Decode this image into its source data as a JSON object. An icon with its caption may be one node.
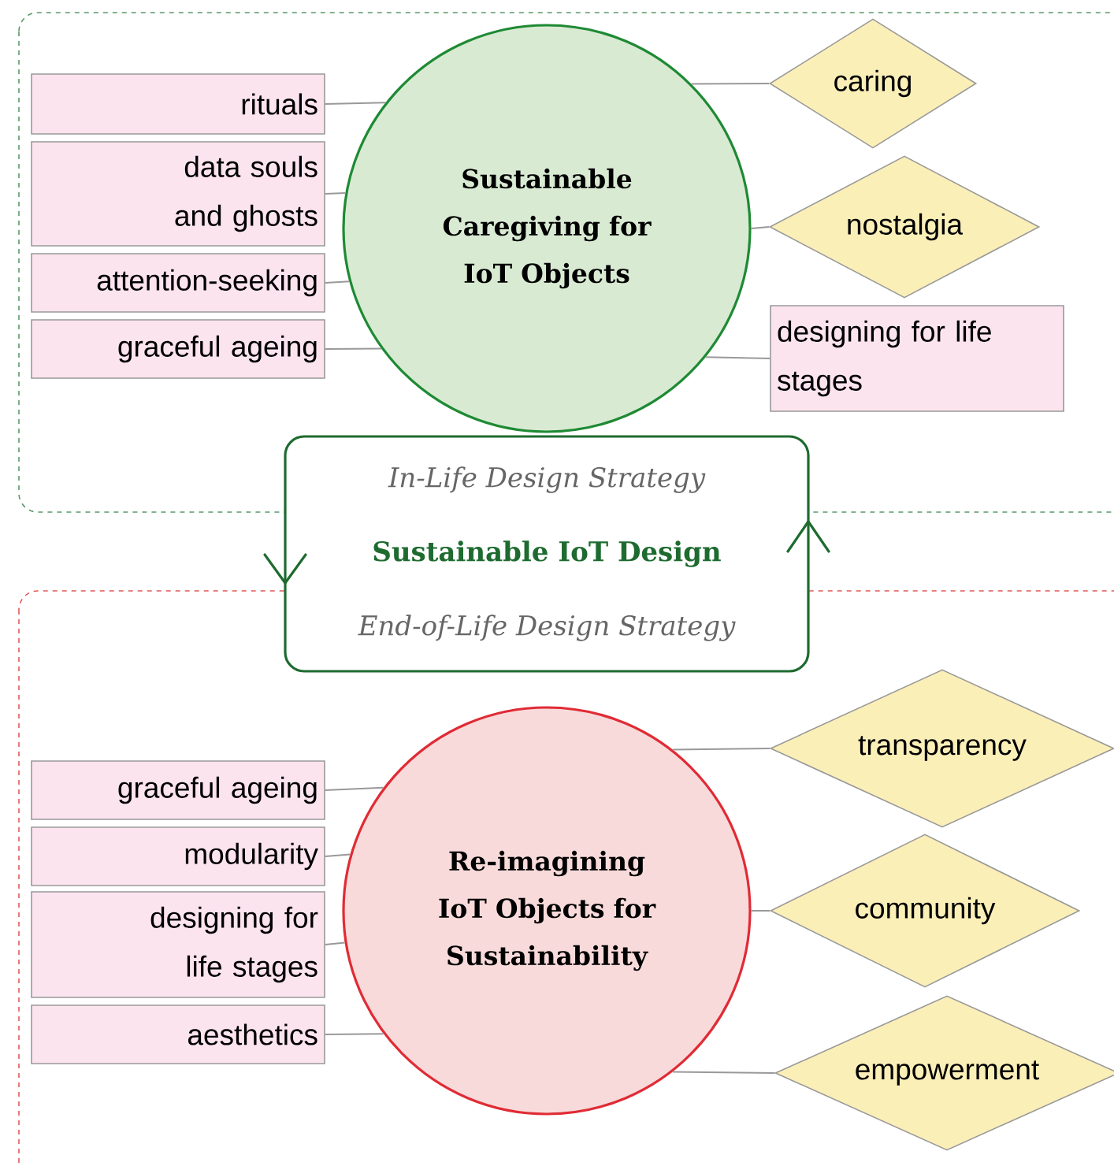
{
  "diagram": {
    "nodes": [
      {
        "text": [
          "Sustainable Caregiving for IoT Objects"
        ]
      },
      {
        "text": [
          "rituals"
        ]
      },
      {
        "text": [
          "data souls and ghosts"
        ]
      },
      {
        "text": [
          "attention-seeking"
        ]
      },
      {
        "text": [
          "graceful ageing"
        ]
      },
      {
        "text": [
          "caring"
        ]
      },
      {
        "text": [
          "nostalgia"
        ]
      },
      {
        "text": [
          "designing for life stages"
        ]
      },
      {
        "text": [
          "In-Life Design Strategy",
          "Sustainable IoT Design",
          "End-of-Life Design Strategy"
        ]
      },
      {
        "text": [
          "Re-imagining IoT Objects for Sustainability"
        ]
      },
      {
        "text": [
          "graceful ageing"
        ]
      },
      {
        "text": [
          "modularity"
        ]
      },
      {
        "text": [
          "designing for life stages"
        ]
      },
      {
        "text": [
          "aesthetics"
        ]
      },
      {
        "text": [
          "transparency"
        ]
      },
      {
        "text": [
          "community"
        ]
      },
      {
        "text": [
          "empowerment"
        ]
      }
    ],
    "edges": [
      {
        "from": 0,
        "to": 1,
        "arrow": "none"
      },
      {
        "from": 0,
        "to": 2,
        "arrow": "none"
      },
      {
        "from": 0,
        "to": 3,
        "arrow": "none"
      },
      {
        "from": 0,
        "to": 4,
        "arrow": "none"
      },
      {
        "from": 0,
        "to": 5,
        "arrow": "none"
      },
      {
        "from": 0,
        "to": 6,
        "arrow": "none"
      },
      {
        "from": 0,
        "to": 7,
        "arrow": "none"
      },
      {
        "from": 9,
        "to": 10,
        "arrow": "none"
      },
      {
        "from": 9,
        "to": 11,
        "arrow": "none"
      },
      {
        "from": 9,
        "to": 12,
        "arrow": "none"
      },
      {
        "from": 9,
        "to": 13,
        "arrow": "none"
      },
      {
        "from": 9,
        "to": 14,
        "arrow": "none"
      },
      {
        "from": 9,
        "to": 15,
        "arrow": "none"
      },
      {
        "from": 9,
        "to": 16,
        "arrow": "none"
      }
    ]
  }
}
